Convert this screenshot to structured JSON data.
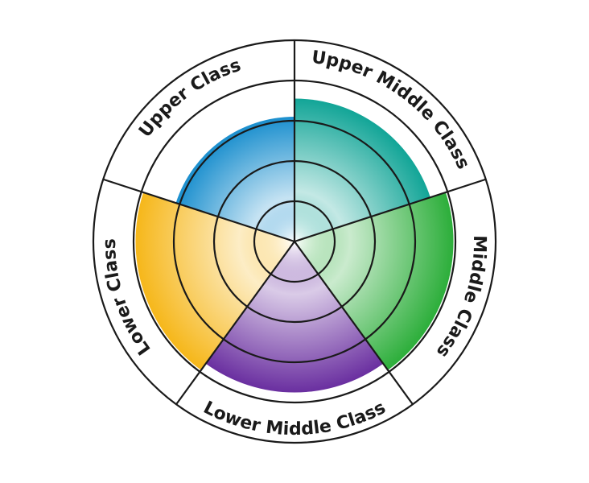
{
  "chart_data": {
    "type": "polar-area",
    "title": "",
    "max_level": 5,
    "segments": [
      {
        "label": "Upper Class",
        "level": 3.1,
        "color": "#1b8fce"
      },
      {
        "label": "Upper Middle Class",
        "level": 3.55,
        "color": "#12a597"
      },
      {
        "label": "Middle Class",
        "level": 3.95,
        "color": "#2cae3a"
      },
      {
        "label": "Lower Middle Class",
        "level": 3.75,
        "color": "#6a2fa0"
      },
      {
        "label": "Lower Class",
        "level": 3.95,
        "color": "#f6b71a"
      }
    ]
  }
}
